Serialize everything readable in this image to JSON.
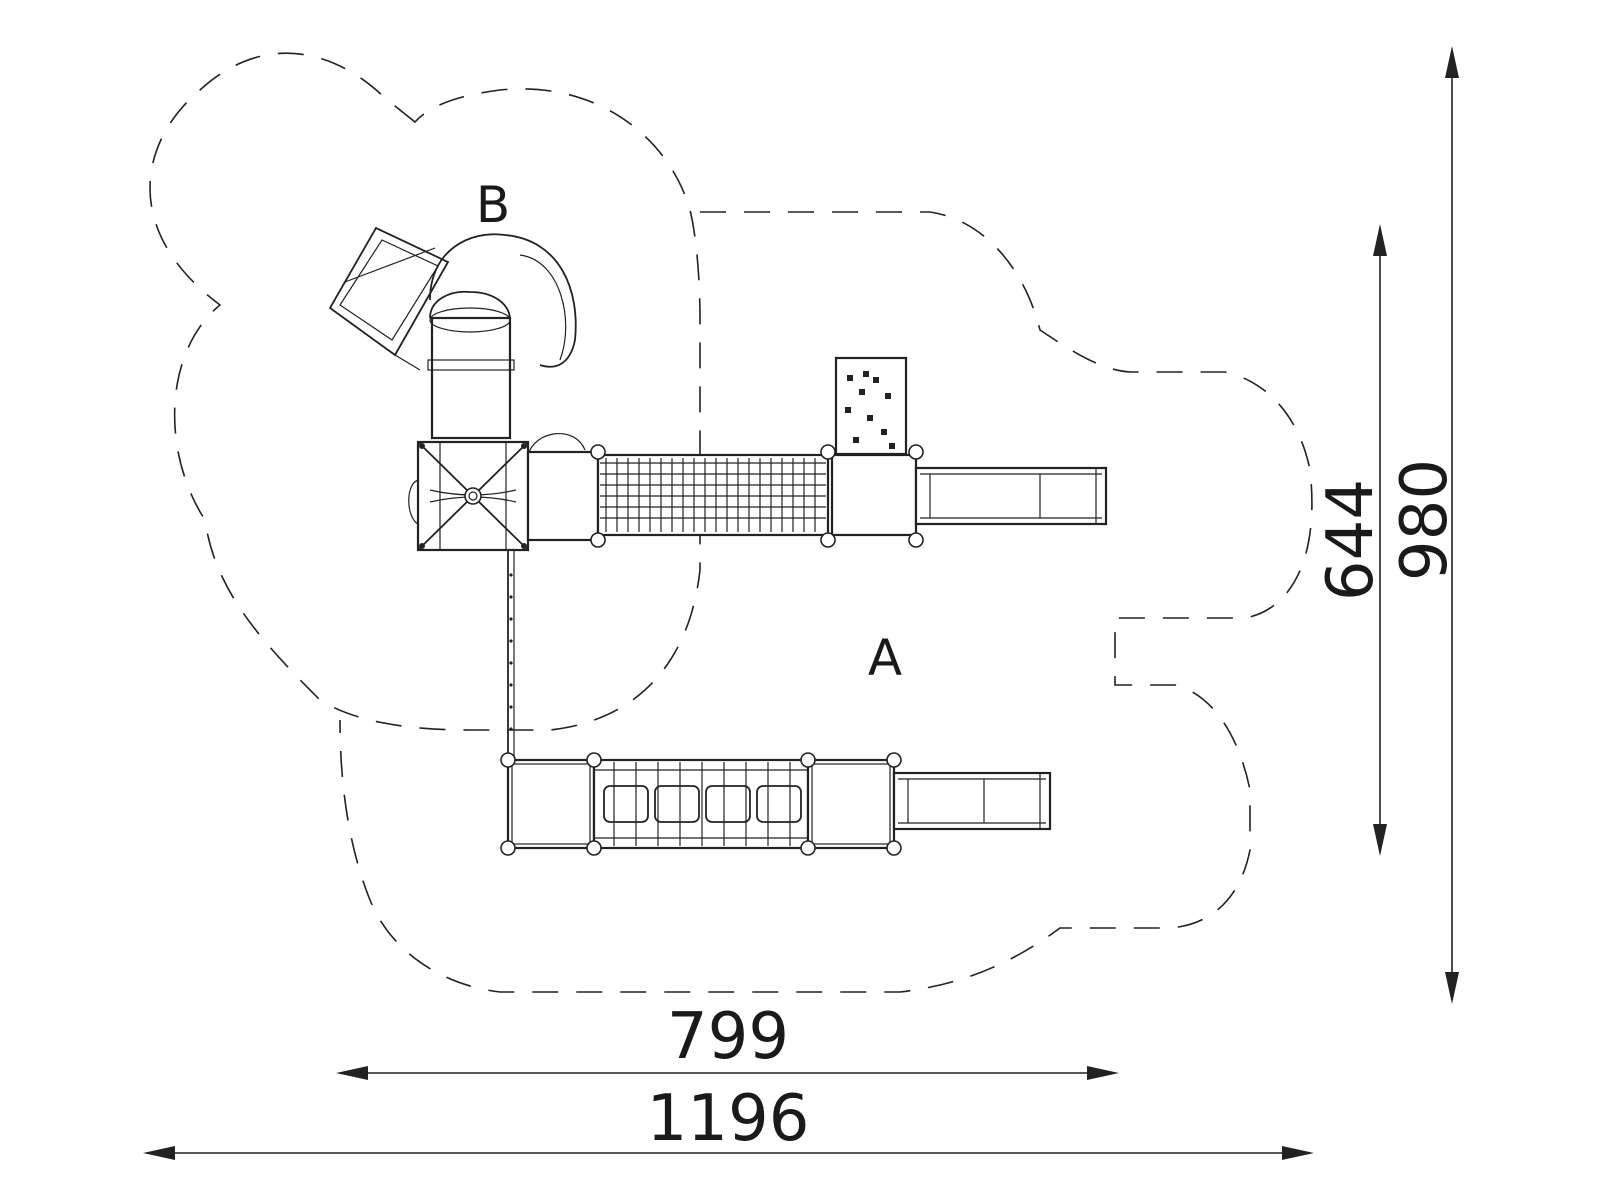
{
  "labels": {
    "zone_a": "A",
    "zone_b": "B"
  },
  "dimensions": {
    "width_inner": "799",
    "width_total": "1196",
    "height_inner": "644",
    "height_total": "980"
  },
  "colors": {
    "line": "#222222",
    "background": "#ffffff"
  }
}
